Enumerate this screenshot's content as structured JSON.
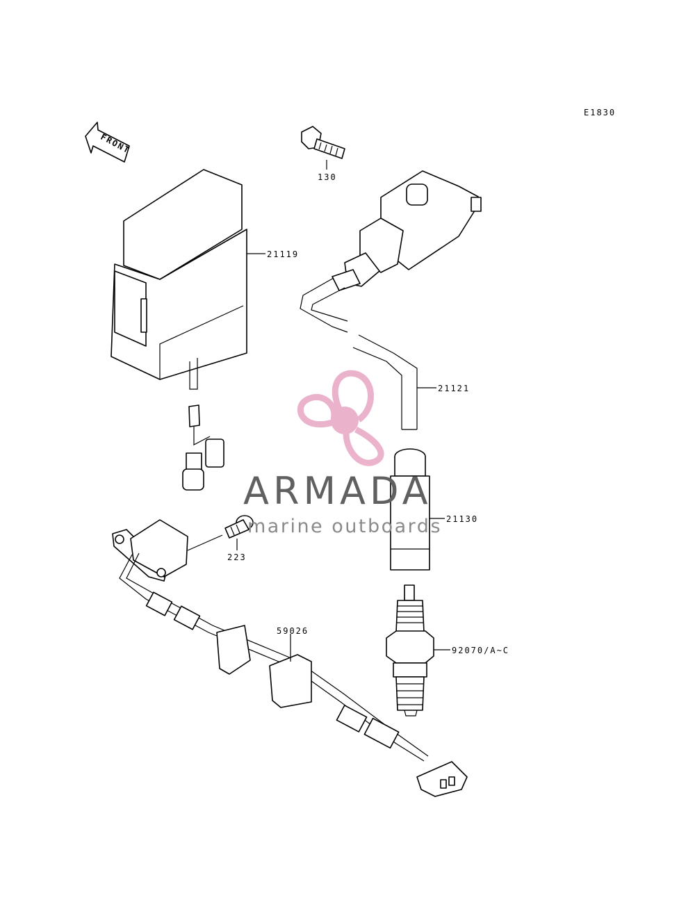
{
  "diagram_code": "E1830",
  "front_arrow_label": "FRONT",
  "callouts": [
    {
      "id": "bolt",
      "text": "130"
    },
    {
      "id": "cdi-unit",
      "text": "21119"
    },
    {
      "id": "ignition-coil",
      "text": "21121"
    },
    {
      "id": "plug-cap",
      "text": "21130"
    },
    {
      "id": "screw",
      "text": "223"
    },
    {
      "id": "pickup-coil",
      "text": "59026"
    },
    {
      "id": "spark-plug",
      "text": "92070/A~C"
    }
  ],
  "watermark": {
    "title": "ARMADA",
    "subtitle": "marine outboards",
    "logo_color": "#e8a6c3"
  }
}
